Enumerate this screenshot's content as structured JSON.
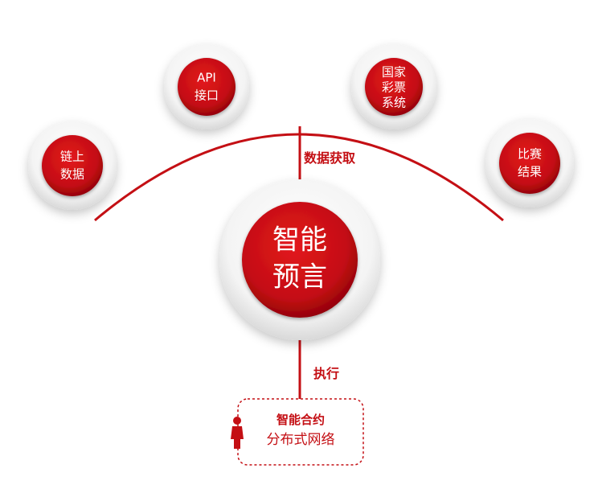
{
  "colors": {
    "accent": "#c40f14",
    "accent_dark": "#8d0005",
    "ring": "#f2f2f2"
  },
  "nodes": {
    "onchain": {
      "line1": "链上",
      "line2": "数据"
    },
    "api": {
      "line1": "API",
      "line2": "接口"
    },
    "lottery": {
      "line1": "国家",
      "line2": "彩票",
      "line3": "系统"
    },
    "match": {
      "line1": "比赛",
      "line2": "结果"
    }
  },
  "center": {
    "line1": "智能",
    "line2": "预言"
  },
  "labels": {
    "data_fetch": "数据获取",
    "execute": "执行"
  },
  "contract": {
    "title": "智能合约",
    "subtitle": "分布式网络",
    "icon": "person-icon"
  }
}
